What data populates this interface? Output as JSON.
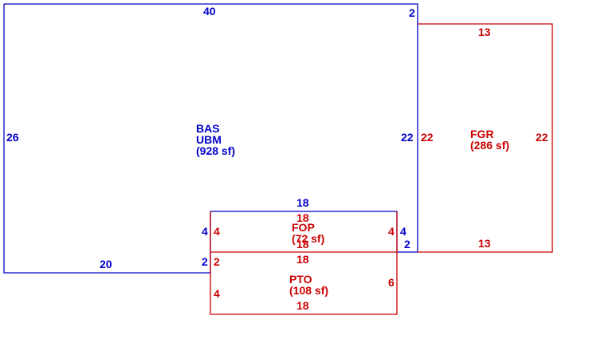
{
  "colors": {
    "living": "#0000cc",
    "other": "#cc0000"
  },
  "areas": {
    "bas": {
      "code": "BAS",
      "sub": "UBM",
      "size": "(928 sf)"
    },
    "fgr": {
      "code": "FGR",
      "size": "(286 sf)"
    },
    "fop": {
      "code": "FOP",
      "size": "(72 sf)"
    },
    "pto": {
      "code": "PTO",
      "size": "(108 sf)"
    }
  },
  "dims": {
    "bas_top": "40",
    "bas_top_right": "2",
    "bas_left": "26",
    "bas_right": "22",
    "bas_bottom": "20",
    "bas_notch_left": "4",
    "bas_notch_bottom": "2",
    "bas_notch_top": "18",
    "bas_notch_right": "4",
    "bas_corner": "2",
    "fgr_top": "13",
    "fgr_left": "22",
    "fgr_right": "22",
    "fgr_bottom": "13",
    "fop_top": "18",
    "fop_left": "4",
    "fop_right": "4",
    "fop_bottom": "18",
    "pto_top": "18",
    "pto_left_a": "2",
    "pto_left_b": "4",
    "pto_right": "6",
    "pto_bottom": "18"
  }
}
